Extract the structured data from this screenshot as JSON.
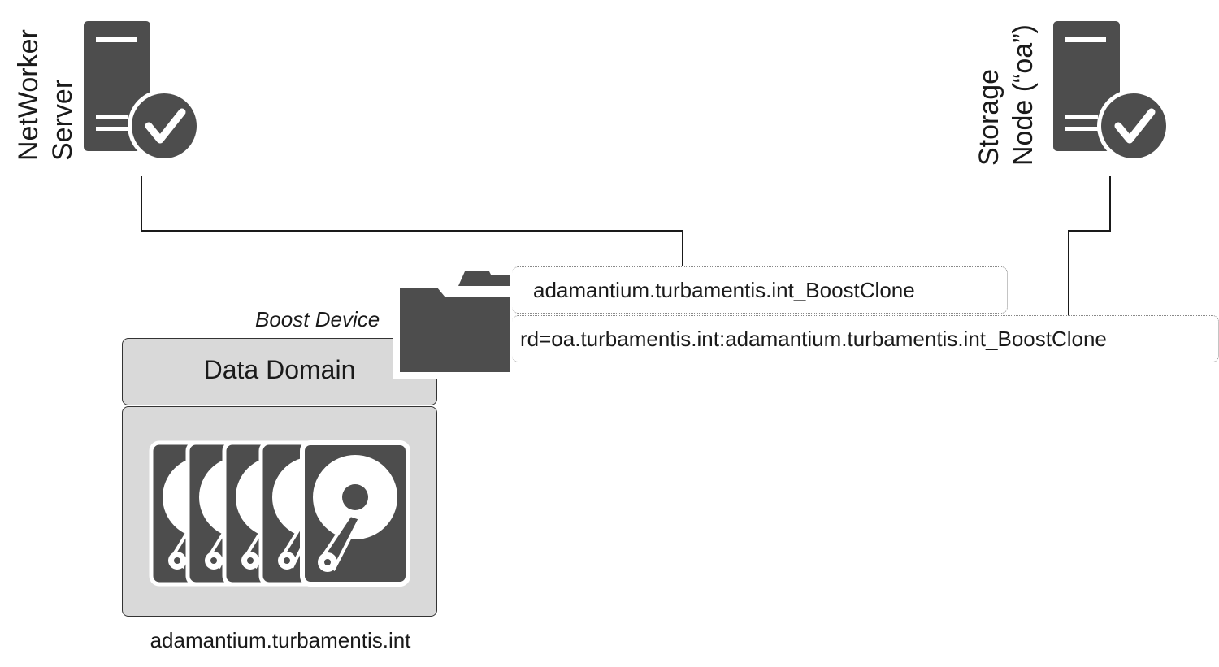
{
  "networker_server": {
    "line1": "NetWorker",
    "line2": "Server",
    "icon": "server-check-icon"
  },
  "storage_node": {
    "line1": "Storage",
    "line2": "Node (“oa”)",
    "icon": "server-check-icon"
  },
  "data_domain": {
    "title": "Data Domain",
    "hostname": "adamantium.turbamentis.int",
    "icon": "hard-disk-stack-icon"
  },
  "boost_device": {
    "label": "Boost Device",
    "device_name": "adamantium.turbamentis.int_BoostClone",
    "remote_device": "rd=oa.turbamentis.int:adamantium.turbamentis.int_BoostClone",
    "icon": "folder-icon"
  },
  "colors": {
    "icon_dark": "#4d4d4d",
    "panel_gray": "#d9d9d9",
    "line": "#1a1a1a"
  }
}
